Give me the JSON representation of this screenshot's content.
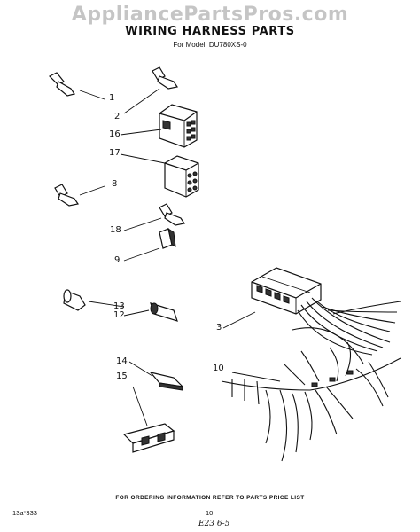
{
  "watermark": "AppliancePartsPros.com",
  "title": "WIRING HARNESS PARTS",
  "subtitle": "For Model: DU780XS-0",
  "footer": "FOR ORDERING INFORMATION REFER TO PARTS PRICE LIST",
  "doc_number": "13a*333",
  "page_number": "10",
  "handwritten_note": "E23 6-5",
  "callouts": {
    "c1": "1",
    "c2": "2",
    "c16": "16",
    "c17": "17",
    "c8": "8",
    "c18": "18",
    "c9": "9",
    "c13": "13",
    "c12": "12",
    "c3": "3",
    "c10": "10",
    "c14": "14",
    "c15": "15"
  }
}
